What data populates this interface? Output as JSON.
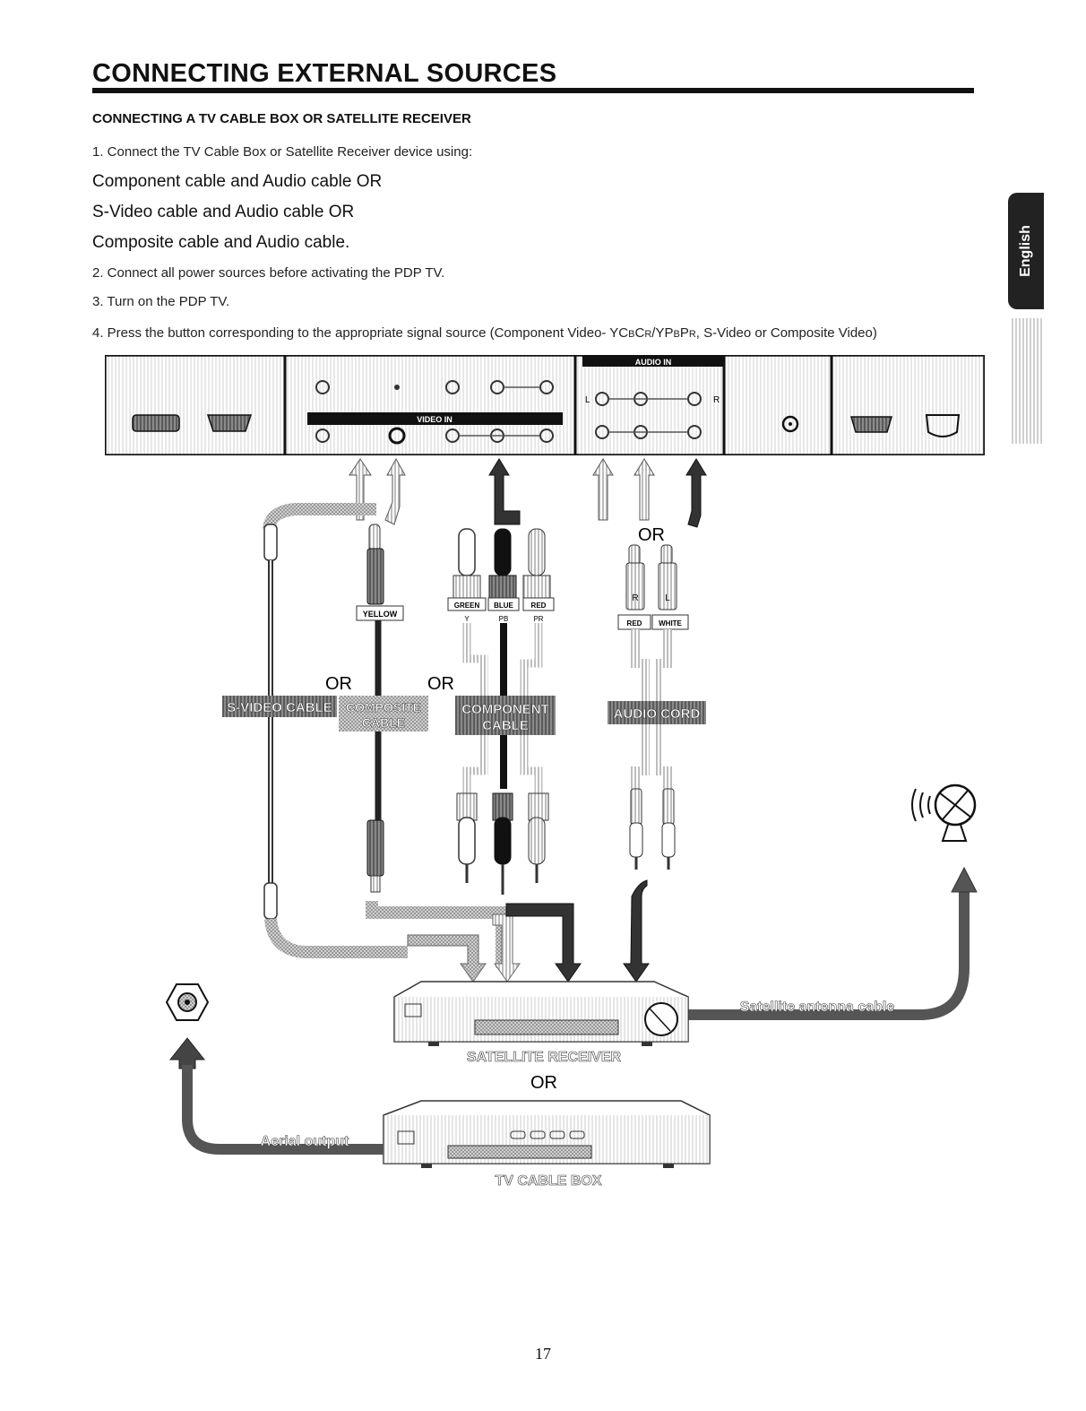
{
  "header": {
    "title": "CONNECTING EXTERNAL SOURCES",
    "subtitle": "CONNECTING A TV CABLE BOX OR SATELLITE RECEIVER"
  },
  "steps": {
    "s1": "1. Connect the TV Cable Box or Satellite Receiver device using:",
    "opt1": "Component cable and Audio cable OR",
    "opt2": "S-Video cable and Audio cable OR",
    "opt3": "Composite cable and Audio cable.",
    "s2": "2. Connect all power sources before activating the PDP TV.",
    "s3": "3. Turn on the PDP TV.",
    "s4_pre": "4. Press the button corresponding to the appropriate signal source (Component Video- YC",
    "s4_b1": "B",
    "s4_c": "C",
    "s4_r1": "R",
    "s4_yp": "/YP",
    "s4_b2": "B",
    "s4_p": "P",
    "s4_r2": "R",
    "s4_post": ", S-Video or Composite Video)"
  },
  "side_tab": {
    "label": "English"
  },
  "panel": {
    "audio_in_label": "AUDIO IN",
    "video_in_label": "VIDEO IN",
    "letter_l": "L",
    "letter_r": "R"
  },
  "diagram": {
    "or_top": "OR",
    "or_left": "OR",
    "or_mid": "OR",
    "or_bottom": "OR",
    "yellow": "YELLOW",
    "green": "GREEN",
    "blue": "BLUE",
    "red": "RED",
    "y": "Y",
    "pb": "PB",
    "pr": "PR",
    "plug_r": "R",
    "plug_l": "L",
    "red_tag": "RED",
    "white_tag": "WHITE",
    "svideo_cable": "S-VIDEO CABLE",
    "composite_line1": "COMPOSITE",
    "composite_line2": "CABLE",
    "component_line1": "COMPONENT",
    "component_line2": "CABLE",
    "audio_cord": "AUDIO CORD",
    "satellite_antenna_cable": "Satellite antenna cable",
    "satellite_receiver": "SATELLITE RECEIVER",
    "tv_cable_box": "TV CABLE BOX",
    "aerial_output": "Aerial output"
  },
  "footer": {
    "page_number": "17"
  }
}
